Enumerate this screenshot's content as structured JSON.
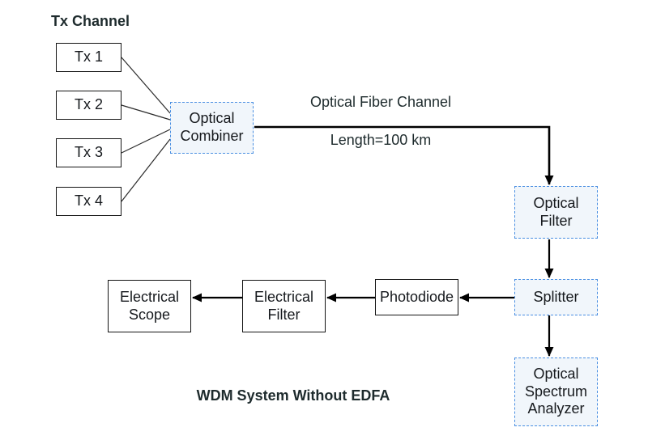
{
  "diagram": {
    "heading": "Tx Channel",
    "caption": "WDM System Without EDFA",
    "fiber": {
      "label": "Optical Fiber Channel",
      "length_label": "Length=100 km"
    },
    "nodes": {
      "tx1": "Tx 1",
      "tx2": "Tx 2",
      "tx3": "Tx 3",
      "tx4": "Tx 4",
      "combiner": "Optical Combiner",
      "optical_filter": "Optical Filter",
      "splitter": "Splitter",
      "photodiode": "Photodiode",
      "electrical_filter": "Electrical Filter",
      "electrical_scope": "Electrical Scope",
      "spectrum_analyzer": "Optical Spectrum Analyzer"
    },
    "colors": {
      "dashed_box_border": "#4a8fe2",
      "dashed_box_fill": "#f1f6fb",
      "solid_box_border": "#141414",
      "connector_line": "#000000",
      "box_text": "#16191d",
      "label_text": "#1e2b2d"
    }
  }
}
